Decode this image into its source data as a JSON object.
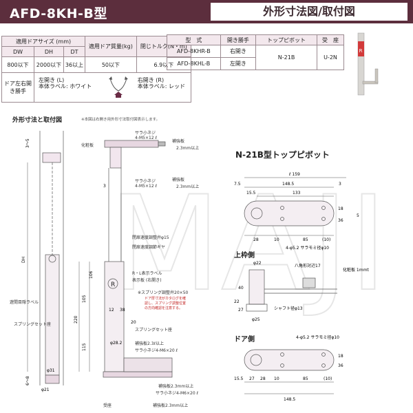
{
  "header": {
    "title": "AFD-8KH-B型",
    "right_title": "外形寸法図/取付図"
  },
  "specs": {
    "h_door_size": "適用ドアサイズ (mm)",
    "h_mass": "適用ドア質量(kg)",
    "h_torque": "閉じトルク(N・m)",
    "h_dw": "DW",
    "h_dh": "DH",
    "h_dt": "DT",
    "dw": "800以下",
    "dh": "2000以下",
    "dt": "36以上",
    "mass": "50以下",
    "torque": "6.9以下",
    "hand_label": "ドア左右開き勝手",
    "left": "左開き (L)",
    "left_sub": "本体ラベル: ホワイト",
    "right": "右開き (R)",
    "right_sub": "本体ラベル: レッド"
  },
  "models": {
    "h_model": "型　式",
    "h_hand": "開き勝手",
    "h_pivot": "トップピボット",
    "h_seat": "受　座",
    "r1_model": "AFD-8KHR-B",
    "r1_hand": "右開き",
    "r2_model": "AFD-8KHL-B",
    "r2_hand": "左開き",
    "pivot": "N-21B",
    "seat": "U-2N"
  },
  "section": {
    "title": "外形寸法と取付図",
    "note": "※本図は右開き用外形寸法取付図表示します。"
  },
  "left_labels": {
    "cover": "化粧板",
    "screw1": "サラ小ネジ",
    "screw1b": "4-M5×12 ℓ",
    "plate1": "補強板",
    "plate1b": "2.3mm以上",
    "screw2": "サラ小ネジ",
    "screw2b": "4-M5×12 ℓ",
    "plate2": "補強板",
    "plate2b": "2.3mm以上",
    "speed1": "閉扉速度調整弁φ15",
    "speed2": "閉扉速度調節ギヤ",
    "rl_label": "R・L表示ラベル",
    "rl_label2": "表示板 (右開き)",
    "spring_adj": "※スプリング調整弁20×50",
    "warn1": "ドア厚寸法がカタログを確",
    "warn2": "認し、スプリング調整位置",
    "warn3": "の方向確認を注意する。",
    "spring_seat": "スプリングセット座",
    "plate3": "補強板2.3ℓ以上",
    "screw3": "サラ小ネジ4-M6×20 ℓ",
    "plate4": "補強板2.3mm以上",
    "screw4": "サラ小ネジ4-M6×20 ℓ",
    "plate5": "補強板2.3mm以上",
    "seat": "受座",
    "door_label": "遊間目隠ラベル",
    "spring_set": "スプリングセット座",
    "d_dh": "DH",
    "d_3to5": "3～5",
    "d_3": "3",
    "d_6to8": "6～8",
    "d_105": "105",
    "d_106": "106",
    "d_220": "220",
    "d_115": "115",
    "d_12": "12",
    "d_38": "38",
    "d_20": "20",
    "d_31": "φ31",
    "d_28": "φ28.2",
    "d_phi21": "φ21"
  },
  "n21b": {
    "title": "N-21B型トップピボット",
    "l159": "ℓ 159",
    "l7_5": "7.5",
    "l148_5": "148.5",
    "l3": "3",
    "l15_5": "15.5",
    "l133": "133",
    "l28": "28",
    "l10": "10",
    "l85": "85",
    "l10b": "(10)",
    "l18": "18",
    "l36": "36",
    "l5": "5",
    "holes": "4-φ5.2 サラモミ径φ10",
    "r": "R"
  },
  "upper": {
    "title": "上枠側",
    "d22": "φ22",
    "oct": "八角形対辺17",
    "cover": "化粧板 1mmt",
    "l40": "40",
    "l22": "22",
    "l27": "27",
    "shaft": "シャフト径φ13",
    "d25": "φ25"
  },
  "door": {
    "title": "ドア側",
    "holes": "4-φ5.2 サラモミ径φ10",
    "l15_5": "15.5",
    "l27": "27",
    "l28": "28",
    "l10": "10",
    "l85": "85",
    "l10b": "(10)",
    "l148_5": "148.5",
    "l18": "18",
    "l36": "36"
  },
  "watermark": "MAJI"
}
